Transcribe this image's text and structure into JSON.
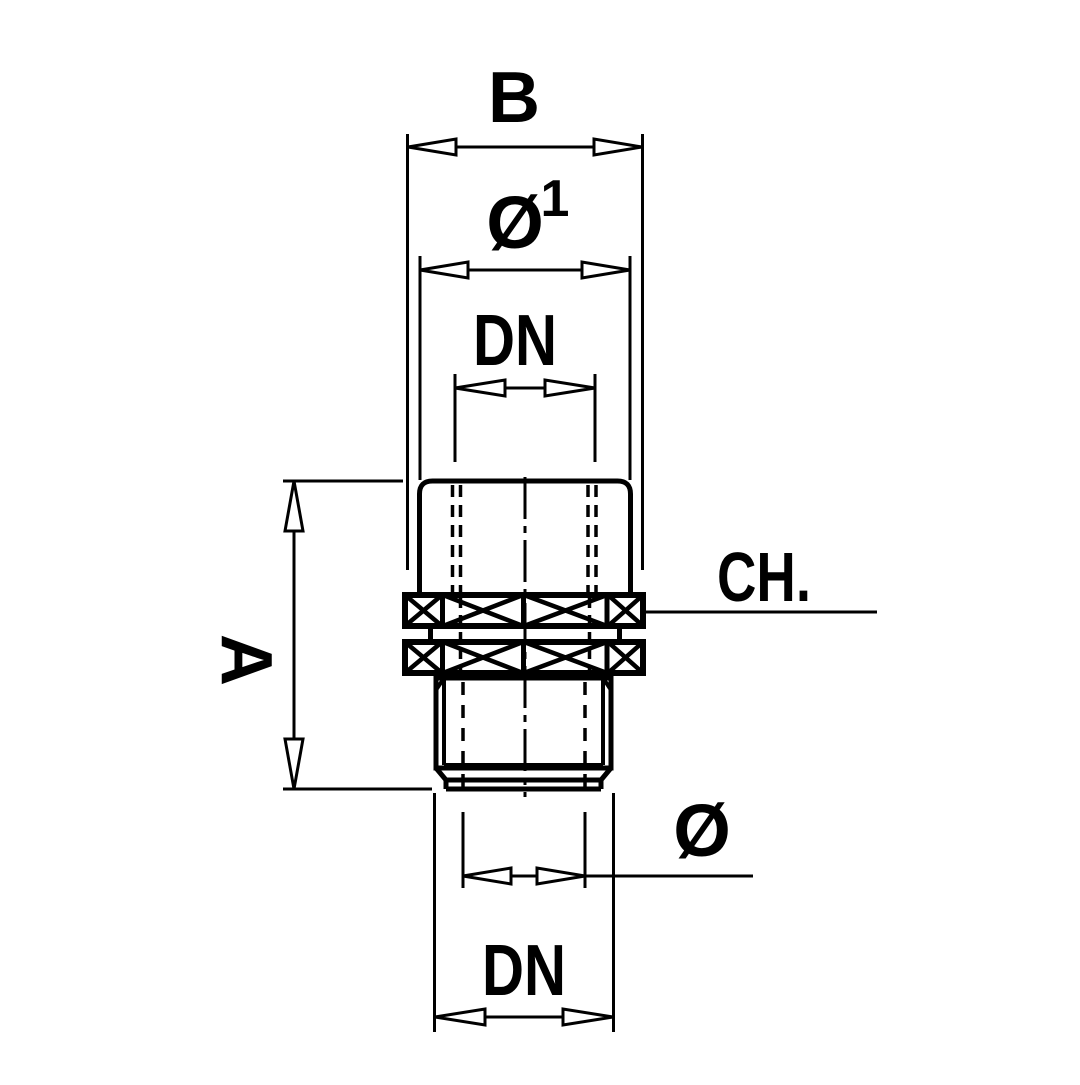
{
  "drawing": {
    "description": "Technical line drawing of a threaded pipe adapter (female top end, hex nut, male bottom thread) with dimension callouts",
    "background_color": "#ffffff",
    "line_color": "#000000",
    "labels": {
      "hex_width_top": "B",
      "outer_diameter_top": "Ø",
      "outer_diameter_top_superscript": "1",
      "nominal_diameter_top": "DN",
      "overall_length": "A",
      "wrench_size": "CH.",
      "thread_diameter_bottom": "Ø",
      "nominal_diameter_bottom": "DN"
    }
  }
}
